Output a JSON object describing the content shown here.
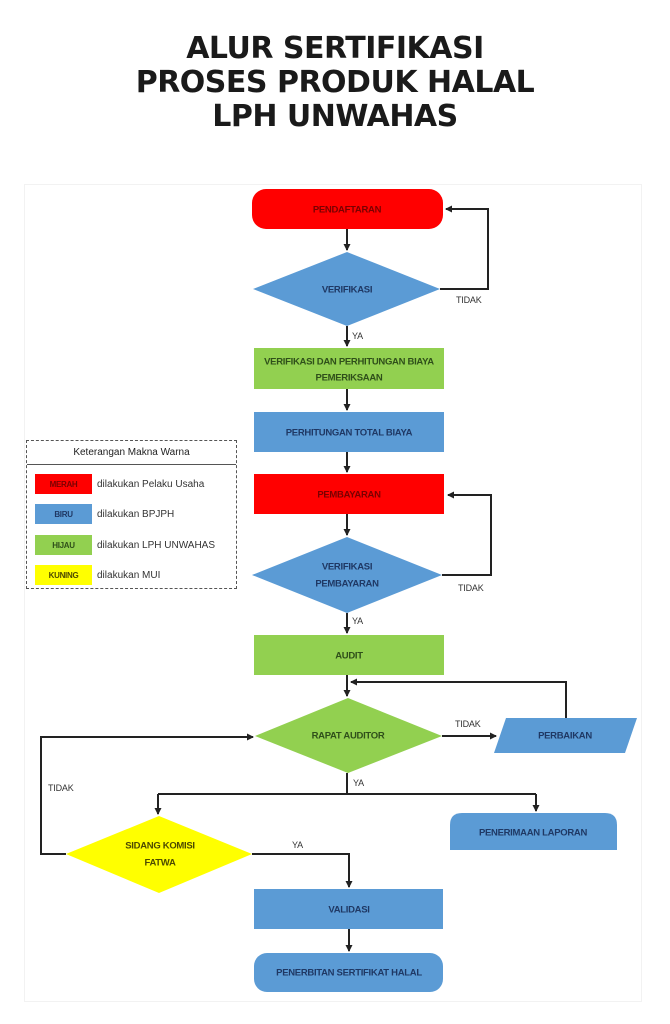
{
  "title": {
    "line1": "ALUR SERTIFIKASI",
    "line2": "PROSES PRODUK HALAL",
    "line3": "LPH UNWAHAS"
  },
  "colors": {
    "red": "#ff0000",
    "blue": "#5b9bd5",
    "green": "#92d050",
    "yellow": "#ffff00",
    "red_text": "#7a0000",
    "blue_text": "#1f3864",
    "green_text": "#2f4f1a",
    "yellow_text": "#4d4a00",
    "line": "#222222"
  },
  "legend": {
    "title": "Keterangan Makna Warna",
    "items": [
      {
        "swatch": "MERAH",
        "color": "red",
        "desc": "dilakukan Pelaku Usaha"
      },
      {
        "swatch": "BIRU",
        "color": "blue",
        "desc": "dilakukan BPJPH"
      },
      {
        "swatch": "HIJAU",
        "color": "green",
        "desc": "dilakukan LPH UNWAHAS"
      },
      {
        "swatch": "KUNING",
        "color": "yellow",
        "desc": "dilakukan MUI"
      }
    ]
  },
  "nodes": {
    "pendaftaran": {
      "lines": [
        "PENDAFTARAN"
      ],
      "shape": "terminal",
      "color": "red"
    },
    "verifikasi": {
      "lines": [
        "VERIFIKASI"
      ],
      "shape": "decision",
      "color": "blue"
    },
    "verifikasi_biaya": {
      "lines": [
        "VERIFIKASI DAN PERHITUNGAN BIAYA",
        "PEMERIKSAAN"
      ],
      "shape": "process",
      "color": "green"
    },
    "total_biaya": {
      "lines": [
        "PERHITUNGAN TOTAL BIAYA"
      ],
      "shape": "process",
      "color": "blue"
    },
    "pembayaran": {
      "lines": [
        "PEMBAYARAN"
      ],
      "shape": "process",
      "color": "red"
    },
    "verifikasi_pembayaran": {
      "lines": [
        "VERIFIKASI",
        "PEMBAYARAN"
      ],
      "shape": "decision",
      "color": "blue"
    },
    "audit": {
      "lines": [
        "AUDIT"
      ],
      "shape": "process",
      "color": "green"
    },
    "rapat_auditor": {
      "lines": [
        "RAPAT AUDITOR"
      ],
      "shape": "decision",
      "color": "green"
    },
    "perbaikan": {
      "lines": [
        "PERBAIKAN"
      ],
      "shape": "data",
      "color": "blue"
    },
    "penerimaan_laporan": {
      "lines": [
        "PENERIMAAN LAPORAN"
      ],
      "shape": "tab",
      "color": "blue"
    },
    "sidang_komisi_fatwa": {
      "lines": [
        "SIDANG KOMISI",
        "FATWA"
      ],
      "shape": "decision",
      "color": "yellow"
    },
    "validasi": {
      "lines": [
        "VALIDASI"
      ],
      "shape": "process",
      "color": "blue"
    },
    "penerbitan_sertifikat": {
      "lines": [
        "PENERBITAN SERTIFIKAT HALAL"
      ],
      "shape": "terminal",
      "color": "blue"
    }
  },
  "edge_labels": {
    "ya": "YA",
    "tidak": "TIDAK"
  }
}
